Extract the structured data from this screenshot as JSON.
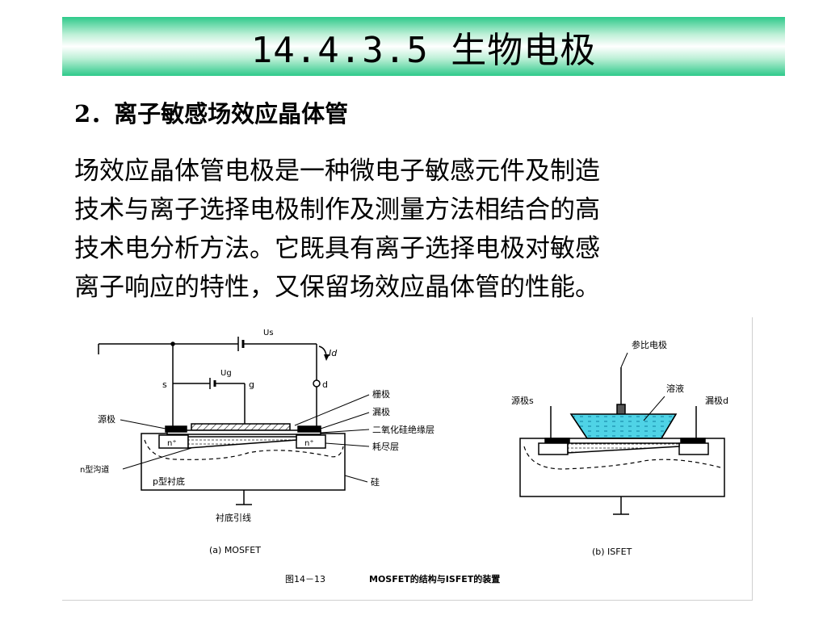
{
  "slide": {
    "title": "14.4.3.5  生物电极",
    "subtitle": "2．离子敏感场效应晶体管",
    "paragraph_lines": [
      "场效应晶体管电极是一种微电子敏感元件及制造",
      "技术与离子选择电极制作及测量方法相结合的高",
      "技术电分析方法。它既具有离子选择电极对敏感",
      "离子响应的特性，又保留场效应晶体管的性能。"
    ]
  },
  "figure": {
    "mosfet": {
      "us": "Us",
      "ug": "Ug",
      "id": "Id",
      "s": "s",
      "g": "g",
      "d": "d",
      "source": "源极",
      "gate": "栅极",
      "drain": "漏极",
      "oxide": "二氧化硅绝缘层",
      "depletion": "耗尽层",
      "channel": "n型沟道",
      "n_plus_left": "n⁺",
      "n_plus_right": "n⁺",
      "substrate": "p型衬底",
      "silicon": "硅",
      "substrate_lead": "衬底引线",
      "caption": "(a) MOSFET"
    },
    "isfet": {
      "reference": "参比电极",
      "solution": "溶液",
      "source": "源极s",
      "drain": "漏极d",
      "caption": "(b) ISFET"
    },
    "figure_number": "图14－13",
    "figure_caption": "MOSFET的结构与ISFET的装置"
  },
  "colors": {
    "title_gradient_edge": "#2ec98a",
    "solution_fill": "#4fd3e6"
  }
}
